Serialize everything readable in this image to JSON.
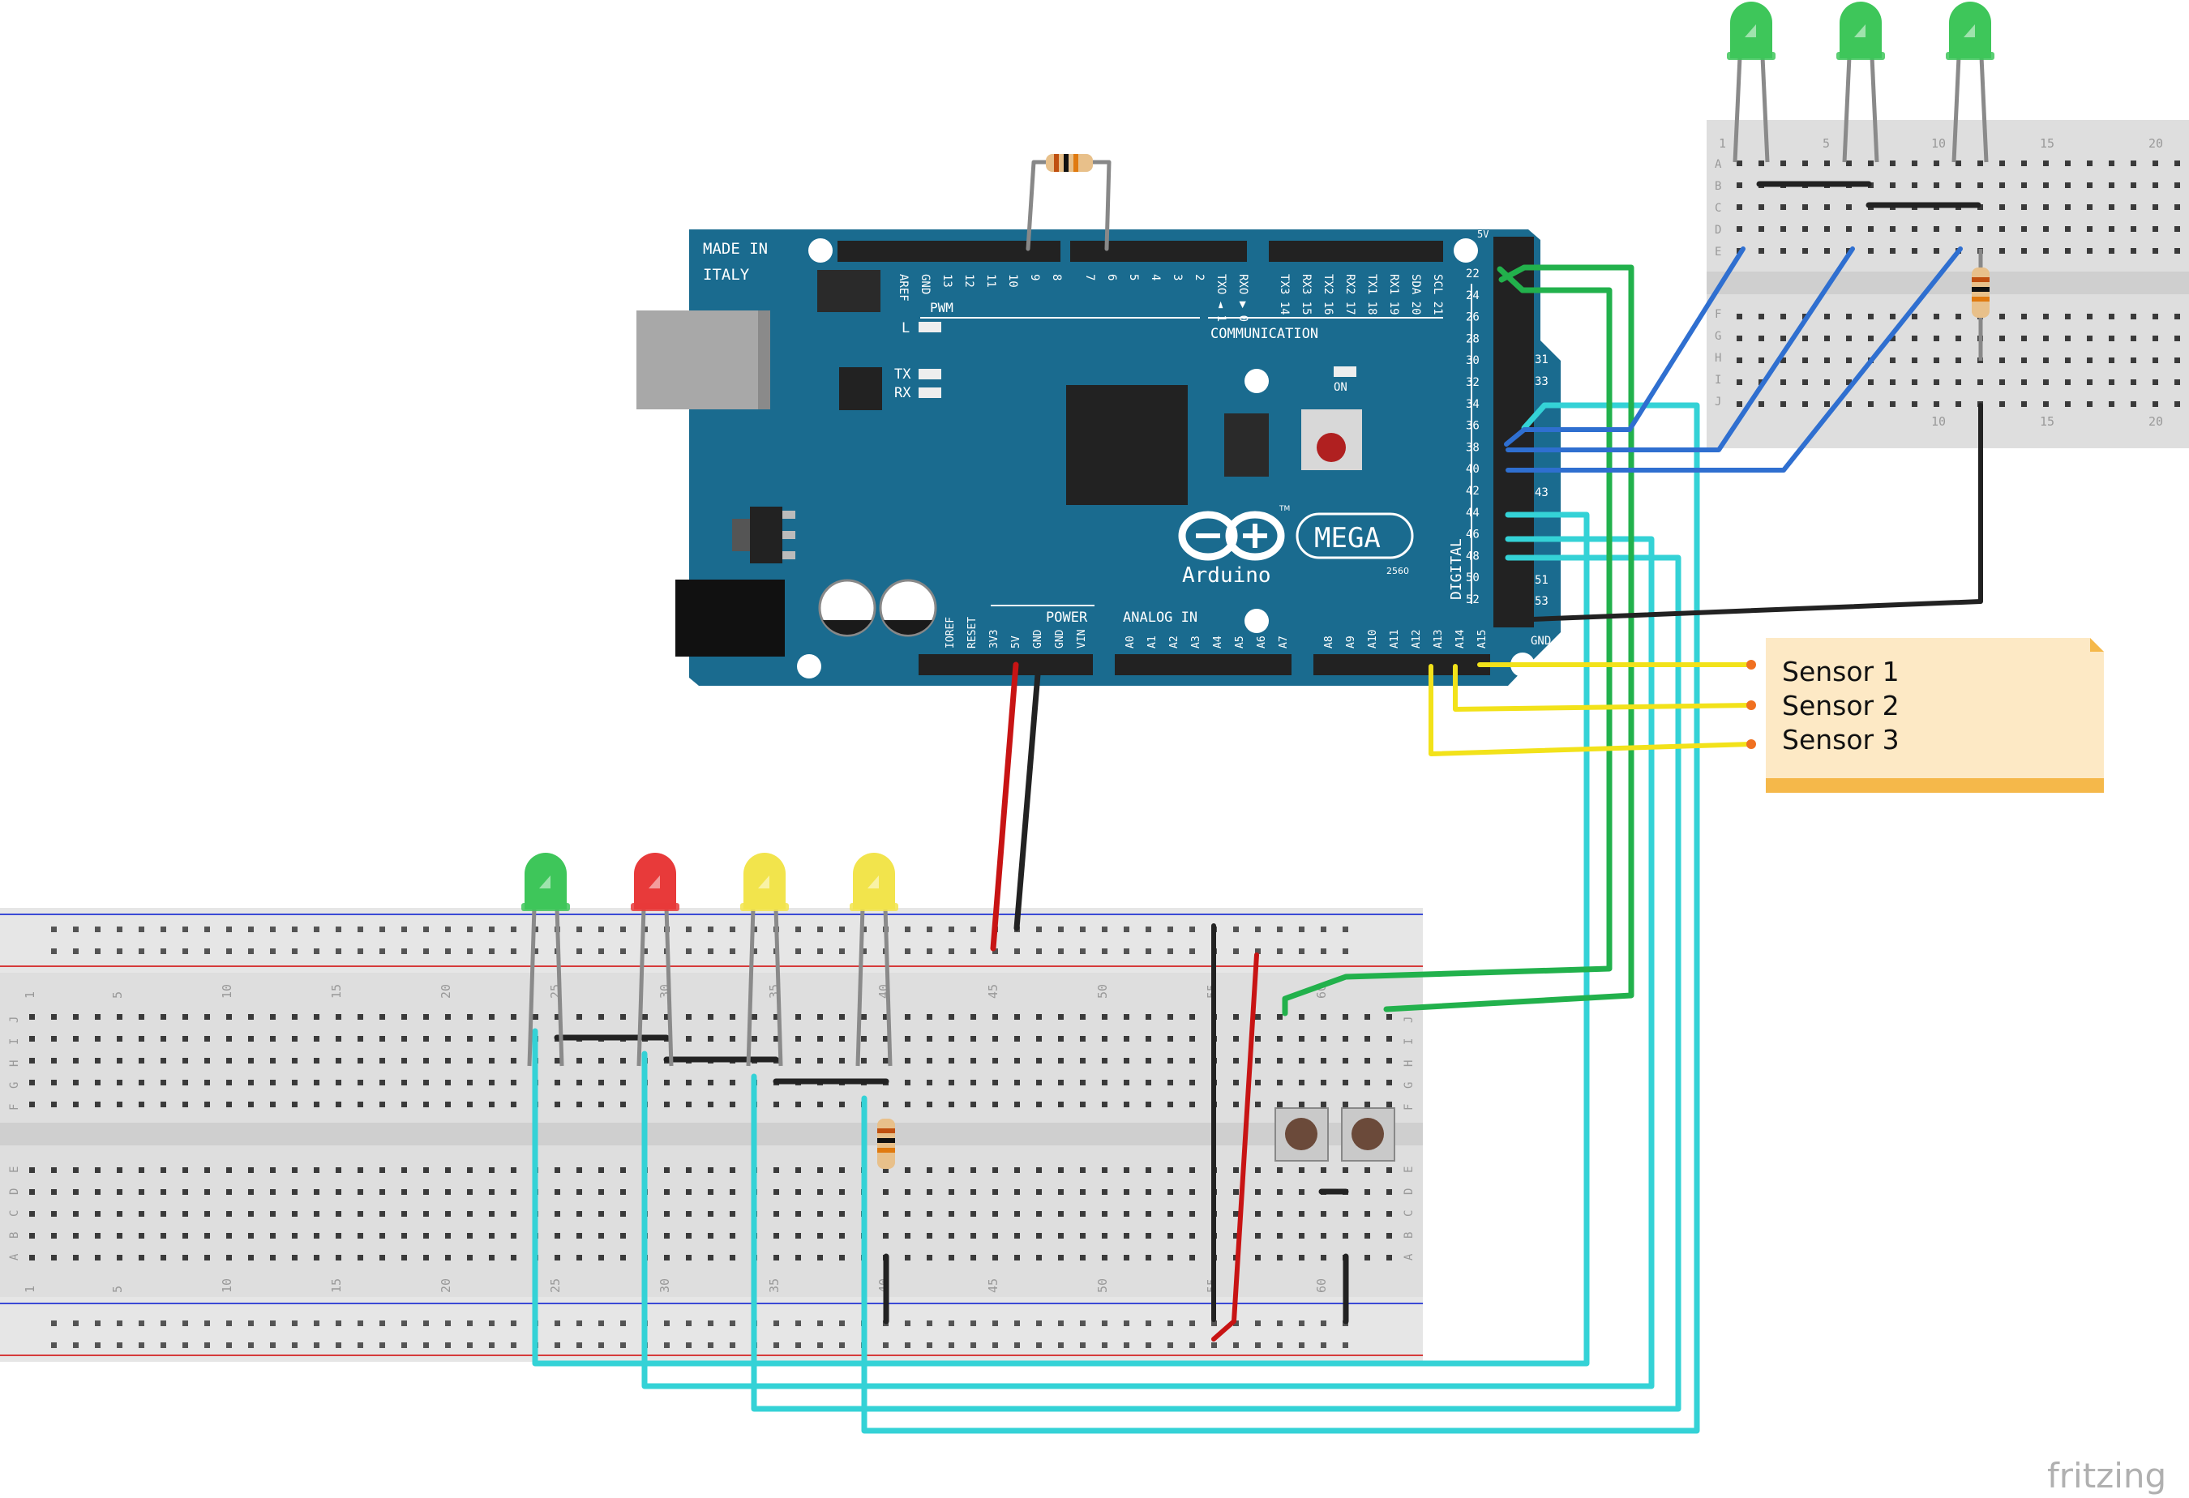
{
  "board": {
    "made_in_line1": "MADE IN",
    "made_in_line2": "ITALY",
    "top_header_labels": [
      "AREF",
      "GND",
      "13",
      "12",
      "11",
      "10",
      "9",
      "8",
      "7",
      "6",
      "5",
      "4",
      "3",
      "2",
      "TXO ◄ 1",
      "RXO ▶ 0",
      "TX3 14",
      "RX3 15",
      "TX2 16",
      "RX2 17",
      "TX1 18",
      "RX1 19",
      "SDA 20",
      "SCL 21"
    ],
    "pwm_label": "PWM",
    "l_label": "L",
    "tx_label": "TX",
    "rx_label": "RX",
    "communication_label": "COMMUNICATION",
    "on_label": "ON",
    "logo_text": "Arduino",
    "mega_text": "MEGA",
    "model_text": "2560",
    "tm_text": "TM",
    "power_label": "POWER",
    "power_pins": [
      "IOREF",
      "RESET",
      "3V3",
      "5V",
      "GND",
      "GND",
      "VIN"
    ],
    "analog_label": "ANALOG IN",
    "analog_pins": [
      "A0",
      "A1",
      "A2",
      "A3",
      "A4",
      "A5",
      "A6",
      "A7",
      "A8",
      "A9",
      "A10",
      "A11",
      "A12",
      "A13",
      "A14",
      "A15"
    ],
    "digital_label": "DIGITAL",
    "digital_left": [
      "22",
      "24",
      "26",
      "28",
      "30",
      "32",
      "34",
      "36",
      "38",
      "40",
      "42",
      "44",
      "46",
      "48",
      "50",
      "52"
    ],
    "digital_right": [
      "31",
      "33",
      "43",
      "51",
      "53"
    ],
    "fiveV_label": "5V",
    "gnd_label": "GND"
  },
  "note": {
    "lines": [
      "Sensor 1",
      "Sensor 2",
      "Sensor 3"
    ]
  },
  "main_breadboard": {
    "top_numbers": [
      "1",
      "5",
      "10",
      "15",
      "20",
      "25",
      "30",
      "35",
      "40",
      "45",
      "50",
      "55",
      "60"
    ],
    "bottom_numbers": [
      "1",
      "5",
      "10",
      "15",
      "20",
      "25",
      "30",
      "35",
      "40",
      "45",
      "50",
      "55",
      "60"
    ],
    "row_letters_top": [
      "J",
      "I",
      "H",
      "G",
      "F"
    ],
    "row_letters_bottom": [
      "E",
      "D",
      "C",
      "B",
      "A"
    ]
  },
  "small_breadboard": {
    "top_numbers": [
      "1",
      "5",
      "10",
      "15",
      "20"
    ],
    "bottom_numbers": [
      "10",
      "15",
      "20"
    ],
    "row_letters_top": [
      "A",
      "B",
      "C",
      "D",
      "E"
    ],
    "row_letters_bottom": [
      "F",
      "G",
      "H",
      "I",
      "J"
    ]
  },
  "watermark": "fritzing",
  "colors": {
    "board_blue": "#1a6b8f",
    "wire_cyan": "#34d2d6",
    "wire_green": "#22b14c",
    "wire_blue": "#2f6fd0",
    "wire_yellow": "#f2e21a",
    "wire_red": "#c81414",
    "wire_black": "#222222",
    "led_green": "#3ec65a",
    "led_red": "#e83a3a",
    "led_yellow": "#f2e44c",
    "note_bg": "#fde9c5"
  }
}
